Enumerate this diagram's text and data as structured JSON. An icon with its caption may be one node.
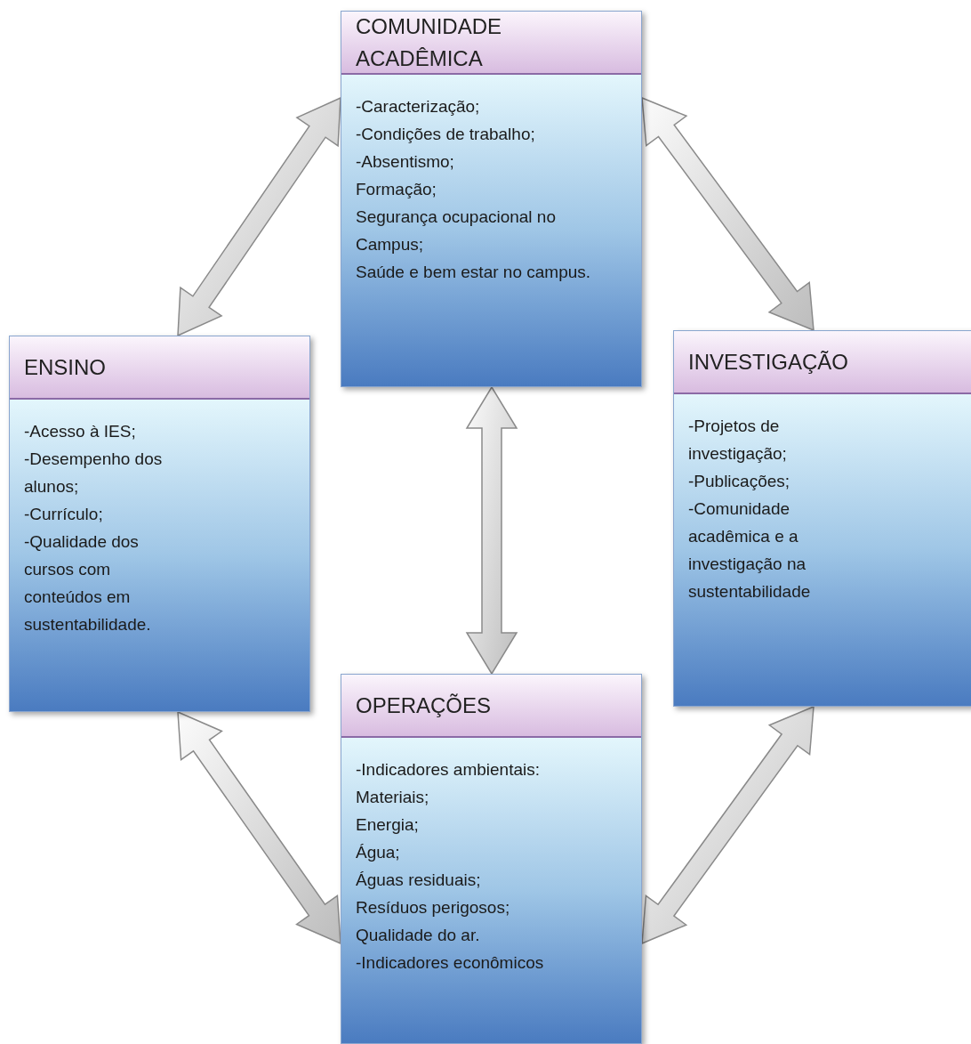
{
  "diagram": {
    "nodes": [
      {
        "text": [
          "COMUNIDADE ACADÊMICA",
          "-Caracterização;",
          "-Condições de trabalho;",
          "-Absentismo;",
          "Formação;",
          "Segurança ocupacional no Campus;",
          "Saúde e bem estar no campus."
        ]
      },
      {
        "text": [
          "ENSINO",
          "-Acesso à IES;",
          "-Desempenho dos alunos;",
          "-Currículo;",
          "-Qualidade dos cursos com conteúdos em sustentabilidade."
        ]
      },
      {
        "text": [
          "INVESTIGAÇÃO",
          "-Projetos de investigação;",
          "-Publicações;",
          "-Comunidade acadêmica e a investigação na sustentabilidade"
        ]
      },
      {
        "text": [
          "OPERAÇÕES",
          "-Indicadores ambientais:",
          "Materiais;",
          "Energia;",
          "Água;",
          "Águas residuais;",
          "Resíduos perigosos;",
          "Qualidade do ar.",
          "-Indicadores econômicos"
        ]
      }
    ],
    "edges": [
      {
        "from": 1,
        "to": 0,
        "arrow": "both"
      },
      {
        "from": 0,
        "to": 2,
        "arrow": "both"
      },
      {
        "from": 0,
        "to": 3,
        "arrow": "both"
      },
      {
        "from": 1,
        "to": 3,
        "arrow": "both"
      },
      {
        "from": 2,
        "to": 3,
        "arrow": "both"
      }
    ]
  }
}
